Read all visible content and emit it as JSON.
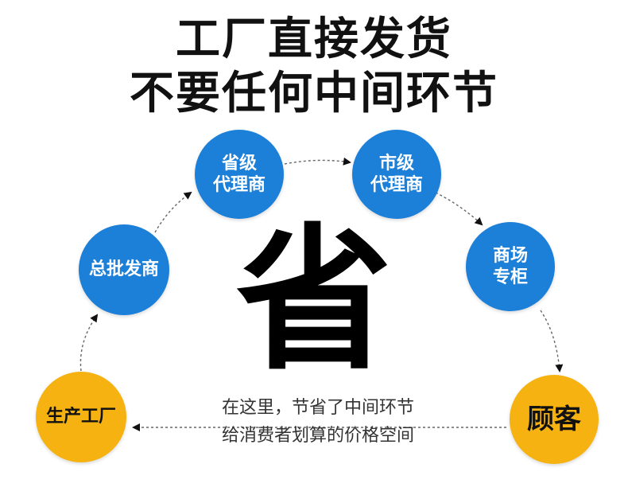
{
  "title": {
    "line1": "工厂直接发货",
    "line2": "不要任何中间环节"
  },
  "nodes": {
    "factory": {
      "label": "生产工厂"
    },
    "wholesaler": {
      "label": "总批发商"
    },
    "province": {
      "line1": "省级",
      "line2": "代理商"
    },
    "city": {
      "line1": "市级",
      "line2": "代理商"
    },
    "mall": {
      "line1": "商场",
      "line2": "专柜"
    },
    "customer": {
      "label": "顾客"
    }
  },
  "center_char": "省",
  "caption": {
    "line1": "在这里，节省了中间环节",
    "line2": "给消费者划算的价格空间"
  },
  "colors": {
    "blue_node": "#1c7fd8",
    "gold_node": "#f5b210",
    "text_dark": "#111111"
  }
}
